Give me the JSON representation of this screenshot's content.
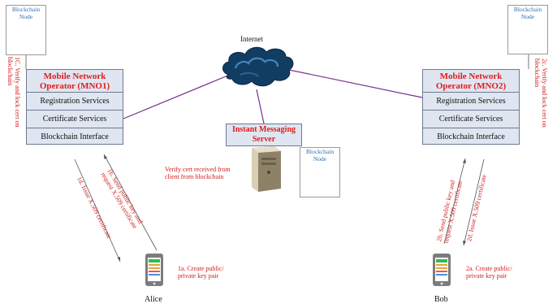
{
  "internet_label": "Internet",
  "blockchain_node": {
    "title_line1": "Blockchain",
    "title_line2": "Node"
  },
  "mno1": {
    "title_line1": "Mobile Network",
    "title_line2": "Operator (MNO1)",
    "services": [
      "Registration Services",
      "Certificate Services",
      "Blockchain Interface"
    ]
  },
  "mno2": {
    "title_line1": "Mobile Network",
    "title_line2": "Operator (MNO2)",
    "services": [
      "Registration Services",
      "Certificate Services",
      "Blockchain Interface"
    ]
  },
  "im_server": {
    "title_line1": "Instant Messaging",
    "title_line2": "Server"
  },
  "steps": {
    "s1c_line1": "1C. Verify and lock cert on",
    "s1c_line2": "blockchain",
    "s2c_line1": "2c. Verify and lock cert on",
    "s2c_line2": "blockchain",
    "verify_line1": "Verify cert received from",
    "verify_line2": "client from blockchain",
    "s1b_line1": "1b. Send public key and",
    "s1b_line2": "request X.509 certificate",
    "s1d": "1d. Issue X.509 certificate",
    "s2b_line1": "2b. Send public key and",
    "s2b_line2": "request X.509 certificate",
    "s2d": "2d. Issue X.509 certificate",
    "s1a_line1": "1a. Create public/",
    "s1a_line2": "private key pair",
    "s2a_line1": "2a. Create public/",
    "s2a_line2": "private key pair"
  },
  "users": {
    "alice": "Alice",
    "bob": "Bob"
  },
  "colors": {
    "link": "#7b2d8e",
    "accent_red": "#d11d1d",
    "mno_fill": "#dfe6f1",
    "blockchain_blue": "#2f6fb5"
  }
}
